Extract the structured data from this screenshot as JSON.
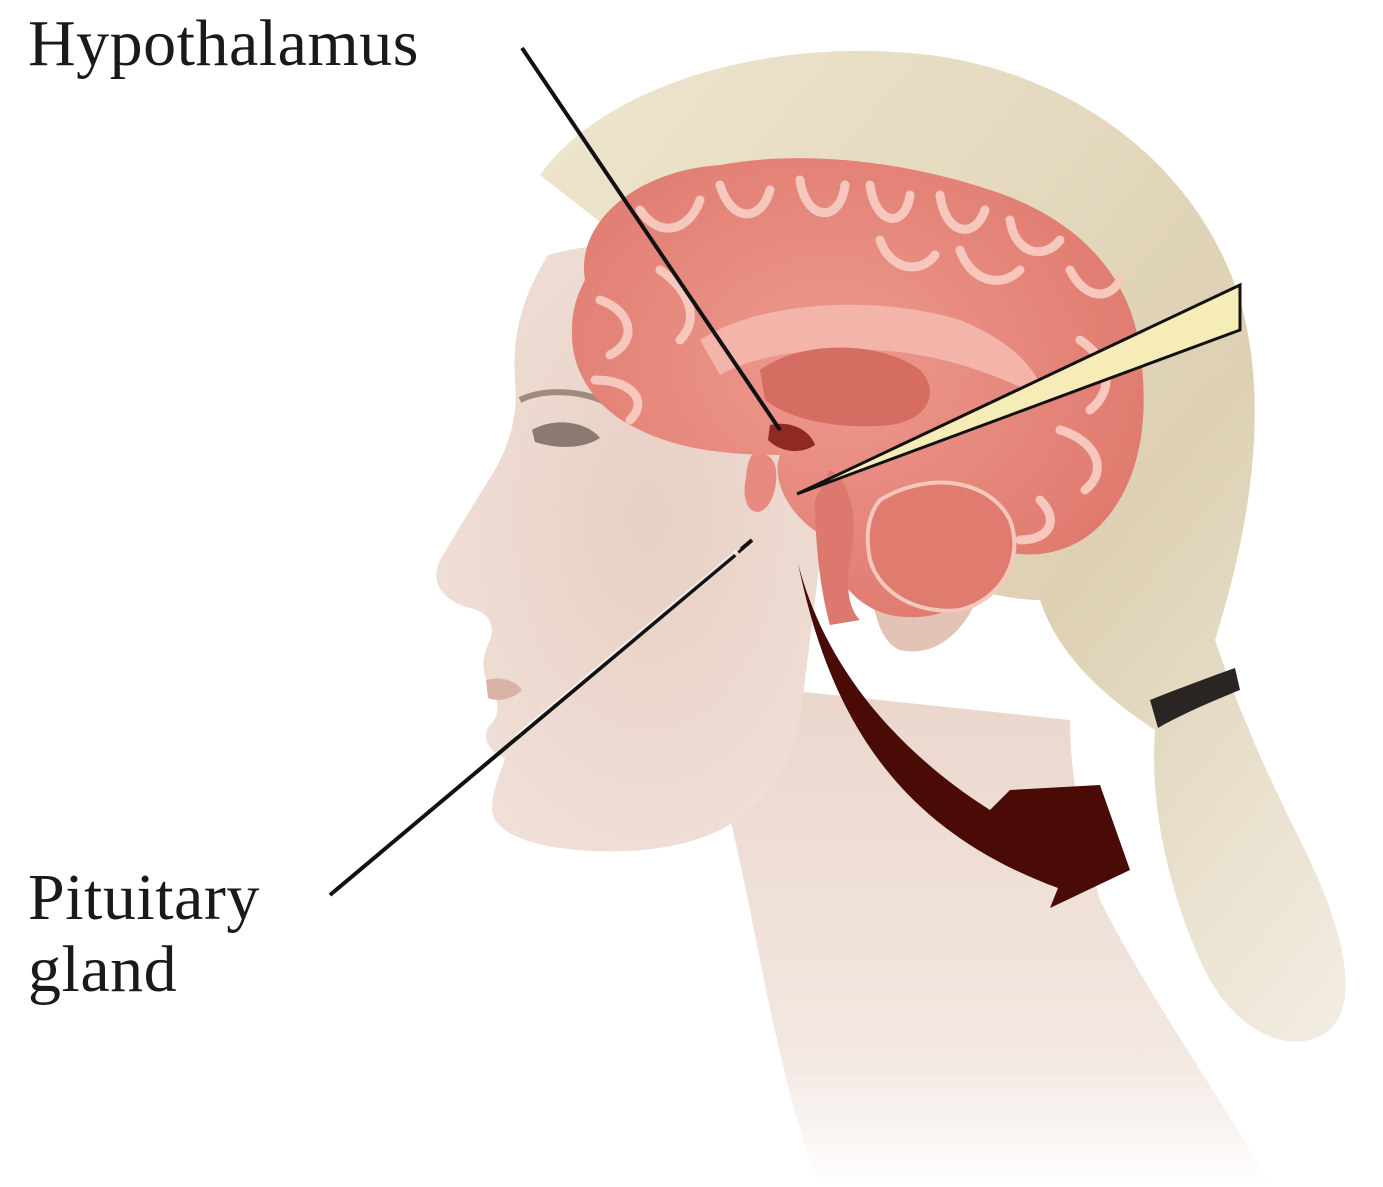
{
  "labels": {
    "hypothalamus": "Hypothalamus",
    "pituitary_line1": "Pituitary",
    "pituitary_line2": "gland"
  },
  "colors": {
    "brain": "#e8847a",
    "brain_groove": "#f6c7bd",
    "brain_shadow": "#c9645a",
    "skin": "#ecd9cf",
    "hair": "#e6dcc3",
    "arrow": "#4a0a06",
    "leader_line": "#111111",
    "pointer_wedge": "#f6ecb8"
  },
  "icons": {
    "figure": "human-head-profile",
    "arrow": "curved-down-arrow"
  }
}
